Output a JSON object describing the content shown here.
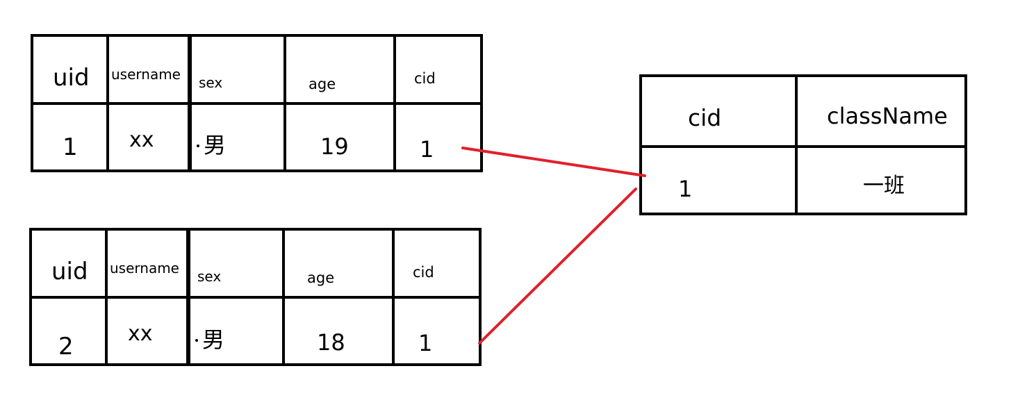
{
  "user_tables": [
    {
      "headers": [
        "uid",
        "username",
        "sex",
        "age",
        "cid"
      ],
      "row": [
        "1",
        "xx",
        "男",
        "19",
        "1"
      ]
    },
    {
      "headers": [
        "uid",
        "username",
        "sex",
        "age",
        "cid"
      ],
      "row": [
        "2",
        "xx",
        "男",
        "18",
        "1"
      ]
    }
  ],
  "class_table": {
    "headers": [
      "cid",
      "className"
    ],
    "row": [
      "1",
      "一班"
    ]
  },
  "link_color": "#e0202a"
}
